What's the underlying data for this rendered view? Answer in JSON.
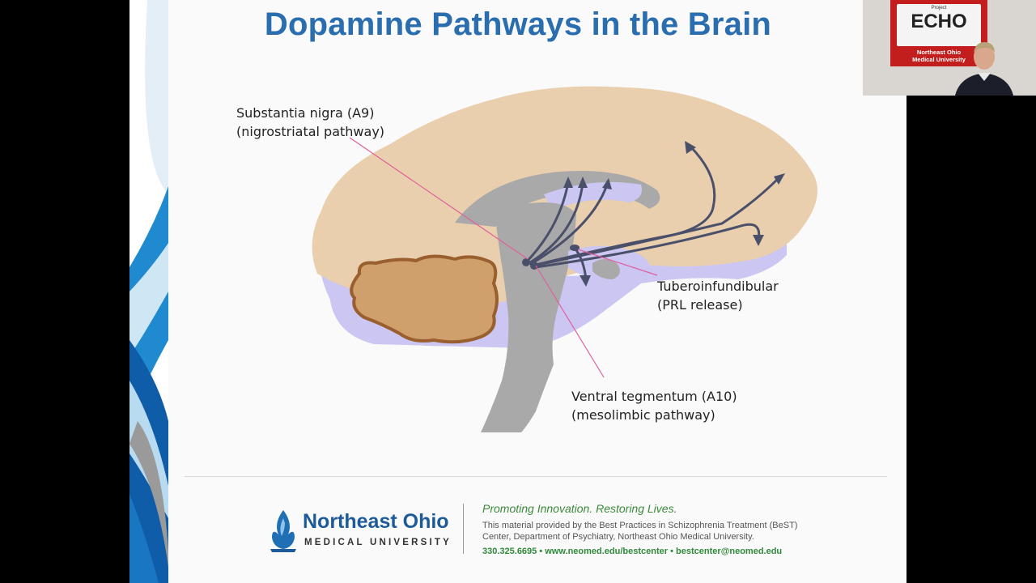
{
  "slide": {
    "title": "Dopamine Pathways in the Brain",
    "labels": {
      "substantia_line1": "Substantia nigra (A9)",
      "substantia_line2": "(nigrostriatal pathway)",
      "tubero_line1": "Tuberoinfundibular",
      "tubero_line2": "(PRL release)",
      "ventral_line1": "Ventral tegmentum (A10)",
      "ventral_line2": "(mesolimbic pathway)"
    },
    "colors": {
      "title": "#2a6eb0",
      "cortex": "#e9cfae",
      "cerebellum": "#cf9f6c",
      "cerebellum_border": "#9a5f2e",
      "brainstem": "#a9a9a9",
      "ventricle": "#cbc6f2",
      "pathway": "#4a4f6a",
      "leader": "#e0609a"
    }
  },
  "footer": {
    "org_name": "Northeast Ohio",
    "org_sub": "MEDICAL UNIVERSITY",
    "tagline": "Promoting Innovation. Restoring Lives.",
    "note": "This material provided by the Best Practices in Schizophrenia Treatment (BeST) Center, Department of Psychiatry, Northeast Ohio Medical University.",
    "contact": "330.325.6695 • www.neomed.edu/bestcenter • bestcenter@neomed.edu"
  },
  "webcam": {
    "sign_small": "Project",
    "sign_main": "ECHO",
    "sign_sub_line1": "Northeast Ohio",
    "sign_sub_line2": "Medical University"
  }
}
